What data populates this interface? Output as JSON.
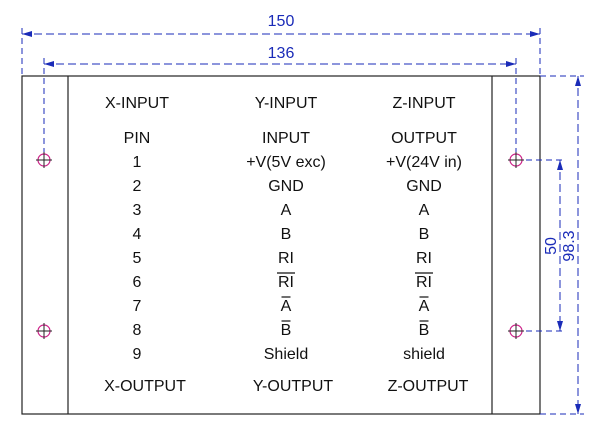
{
  "dimensions": {
    "overall_width": "150",
    "hole_spacing_width": "136",
    "hole_spacing_height": "50",
    "overall_height": "98.3"
  },
  "header": {
    "x": "X-INPUT",
    "y": "Y-INPUT",
    "z": "Z-INPUT"
  },
  "columns": {
    "pin": "PIN",
    "input": "INPUT",
    "output": "OUTPUT"
  },
  "rows": [
    {
      "pin": "1",
      "input": "+V(5V exc)",
      "output": "+V(24V in)"
    },
    {
      "pin": "2",
      "input": "GND",
      "output": "GND"
    },
    {
      "pin": "3",
      "input": "A",
      "output": "A"
    },
    {
      "pin": "4",
      "input": "B",
      "output": "B"
    },
    {
      "pin": "5",
      "input": "RI",
      "output": "RI"
    },
    {
      "pin": "6",
      "input": "RI",
      "output": "RI"
    },
    {
      "pin": "7",
      "input": "A",
      "output": "A"
    },
    {
      "pin": "8",
      "input": "B",
      "output": "B"
    },
    {
      "pin": "9",
      "input": "Shield",
      "output": "shield"
    }
  ],
  "footer": {
    "x": "X-OUTPUT",
    "y": "Y-OUTPUT",
    "z": "Z-OUTPUT"
  },
  "colors": {
    "dimension": "#1a2bb8",
    "hole": "#cc2288",
    "outline": "#222222"
  }
}
